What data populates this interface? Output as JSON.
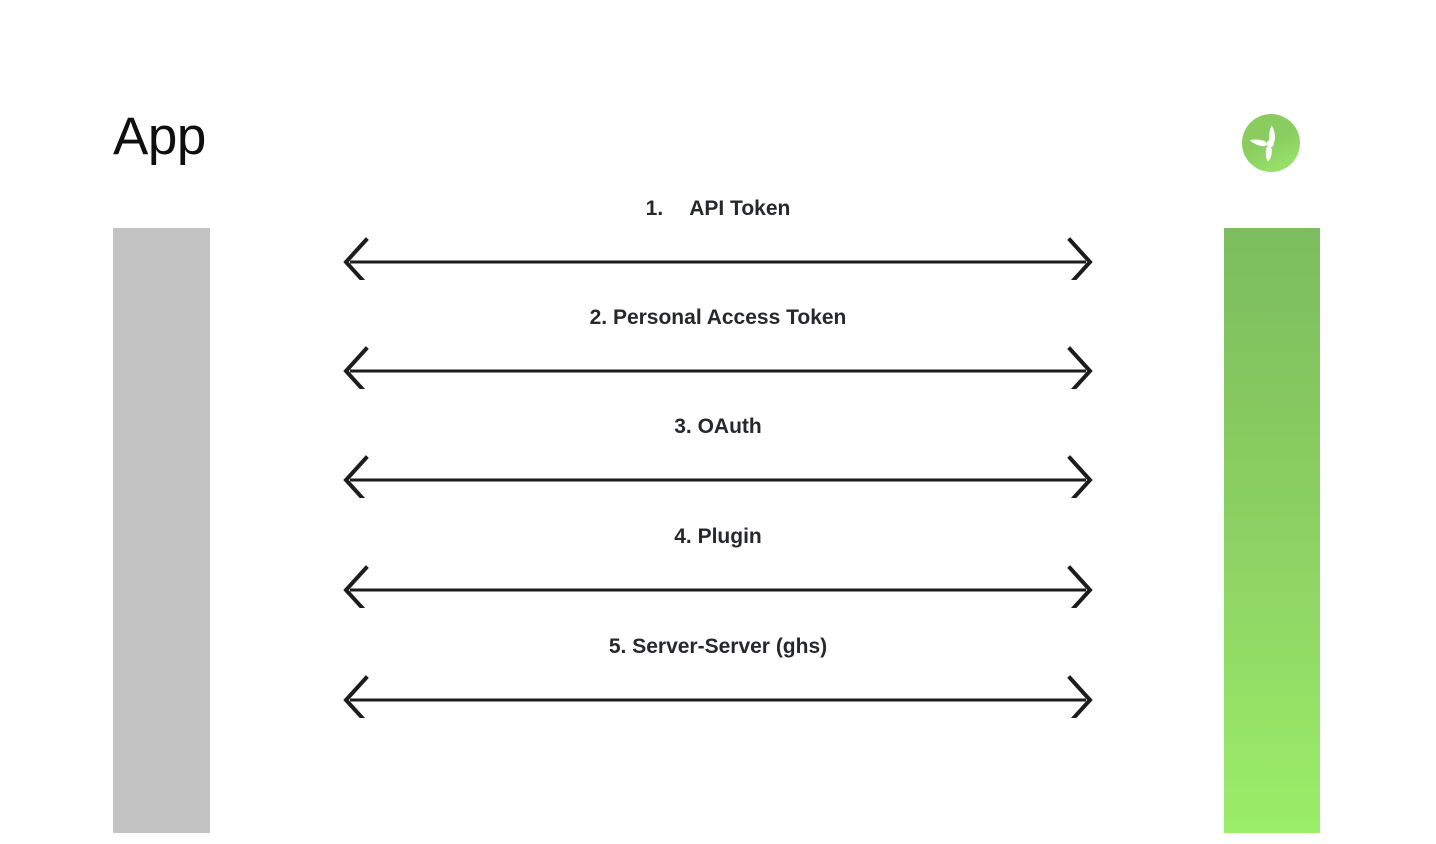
{
  "diagram": {
    "type": "sequence-diagram",
    "background_color": "#ffffff",
    "left_actor": {
      "title": "App",
      "lifeline_color": "#c3c3c3"
    },
    "right_actor": {
      "logo_icon": "green-propeller-logo-icon",
      "logo_circle_color": "#8ece63",
      "lifeline_gradient_top": "#7cbd5f",
      "lifeline_gradient_bottom": "#9bee68"
    },
    "messages": [
      {
        "number": "1.",
        "label": "1.  API Token",
        "name": "API Token",
        "direction": "bidirectional"
      },
      {
        "number": "2.",
        "label": "2. Personal Access Token",
        "name": "Personal Access Token",
        "direction": "bidirectional"
      },
      {
        "number": "3.",
        "label": "3. OAuth",
        "name": "OAuth",
        "direction": "bidirectional"
      },
      {
        "number": "4.",
        "label": "4. Plugin",
        "name": "Plugin",
        "direction": "bidirectional"
      },
      {
        "number": "5.",
        "label": "5. Server-Server (ghs)",
        "name": "Server-Server (ghs)",
        "direction": "bidirectional"
      }
    ],
    "arrow_color": "#1c1c1c",
    "label_color": "#26282b"
  }
}
